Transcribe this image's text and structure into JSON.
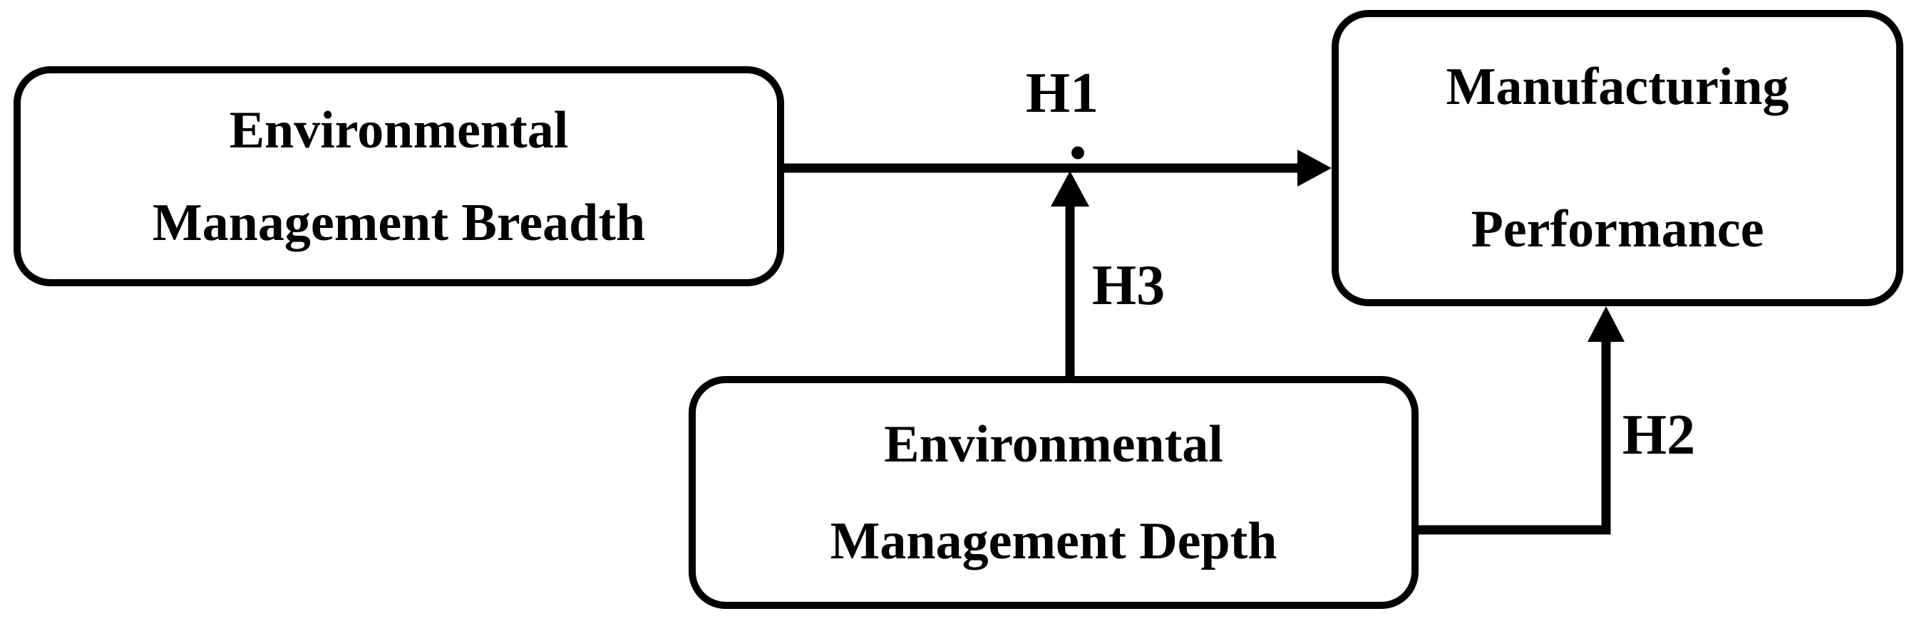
{
  "figure": {
    "kind": "hypothesis-path-diagram",
    "background": "#ffffff"
  },
  "colors": {
    "stroke": "#000000",
    "text": "#000000",
    "node_fill": "#ffffff"
  },
  "nodes": {
    "breadth": {
      "lines": [
        "Environmental",
        "Management Breadth"
      ]
    },
    "performance": {
      "lines": [
        "Manufacturing",
        "Performance"
      ]
    },
    "depth": {
      "lines": [
        "Environmental",
        "Management Depth"
      ]
    }
  },
  "hypotheses": {
    "h1": {
      "label": "H1",
      "mark": "."
    },
    "h2": {
      "label": "H2"
    },
    "h3": {
      "label": "H3"
    }
  }
}
